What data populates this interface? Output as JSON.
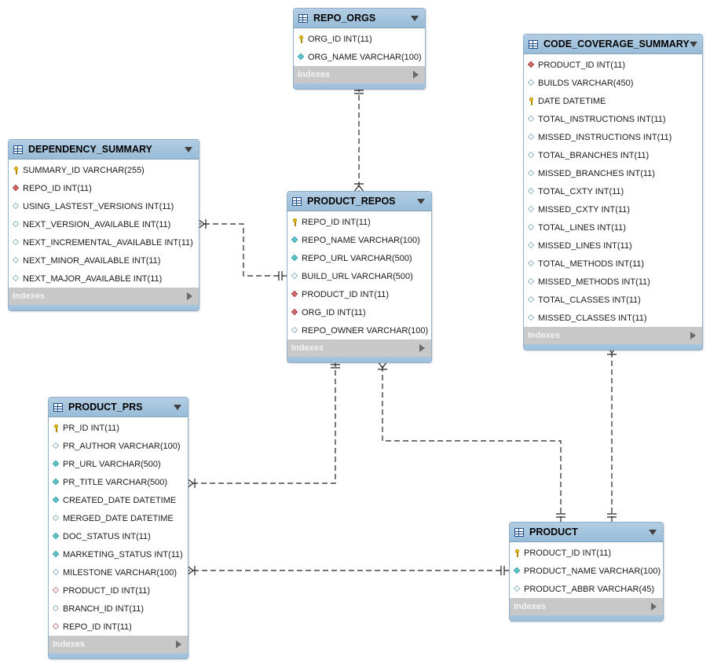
{
  "tables": {
    "repo_orgs": {
      "title": "REPO_ORGS",
      "columns": [
        {
          "icon": "pk-key-icon",
          "text": "ORG_ID INT(11)"
        },
        {
          "icon": "cyan-diamond-icon",
          "text": "ORG_NAME VARCHAR(100)"
        }
      ],
      "indexes_label": "Indexes"
    },
    "code_coverage_summary": {
      "title": "CODE_COVERAGE_SUMMARY",
      "columns": [
        {
          "icon": "fk-red-diamond-icon",
          "text": "PRODUCT_ID INT(11)"
        },
        {
          "icon": "hollow-diamond-icon",
          "text": "BUILDS VARCHAR(450)"
        },
        {
          "icon": "pk-key-icon",
          "text": "DATE DATETIME"
        },
        {
          "icon": "hollow-diamond-icon",
          "text": "TOTAL_INSTRUCTIONS INT(11)"
        },
        {
          "icon": "hollow-diamond-icon",
          "text": "MISSED_INSTRUCTIONS INT(11)"
        },
        {
          "icon": "hollow-diamond-icon",
          "text": "TOTAL_BRANCHES INT(11)"
        },
        {
          "icon": "hollow-diamond-icon",
          "text": "MISSED_BRANCHES INT(11)"
        },
        {
          "icon": "hollow-diamond-icon",
          "text": "TOTAL_CXTY INT(11)"
        },
        {
          "icon": "hollow-diamond-icon",
          "text": "MISSED_CXTY INT(11)"
        },
        {
          "icon": "hollow-diamond-icon",
          "text": "TOTAL_LINES INT(11)"
        },
        {
          "icon": "hollow-diamond-icon",
          "text": "MISSED_LINES INT(11)"
        },
        {
          "icon": "hollow-diamond-icon",
          "text": "TOTAL_METHODS INT(11)"
        },
        {
          "icon": "hollow-diamond-icon",
          "text": "MISSED_METHODS INT(11)"
        },
        {
          "icon": "hollow-diamond-icon",
          "text": "TOTAL_CLASSES INT(11)"
        },
        {
          "icon": "hollow-diamond-icon",
          "text": "MISSED_CLASSES INT(11)"
        }
      ],
      "indexes_label": "Indexes"
    },
    "dependency_summary": {
      "title": "DEPENDENCY_SUMMARY",
      "columns": [
        {
          "icon": "pk-key-icon",
          "text": "SUMMARY_ID VARCHAR(255)"
        },
        {
          "icon": "fk-red-diamond-icon",
          "text": "REPO_ID INT(11)"
        },
        {
          "icon": "hollow-diamond-icon",
          "text": "USING_LASTEST_VERSIONS INT(11)"
        },
        {
          "icon": "hollow-diamond-icon",
          "text": "NEXT_VERSION_AVAILABLE INT(11)"
        },
        {
          "icon": "hollow-diamond-icon",
          "text": "NEXT_INCREMENTAL_AVAILABLE INT(11)"
        },
        {
          "icon": "hollow-diamond-icon",
          "text": "NEXT_MINOR_AVAILABLE INT(11)"
        },
        {
          "icon": "hollow-diamond-icon",
          "text": "NEXT_MAJOR_AVAILABLE INT(11)"
        }
      ],
      "indexes_label": "Indexes"
    },
    "product_repos": {
      "title": "PRODUCT_REPOS",
      "columns": [
        {
          "icon": "pk-key-icon",
          "text": "REPO_ID INT(11)"
        },
        {
          "icon": "cyan-diamond-icon",
          "text": "REPO_NAME VARCHAR(100)"
        },
        {
          "icon": "cyan-diamond-icon",
          "text": "REPO_URL VARCHAR(500)"
        },
        {
          "icon": "hollow-diamond-icon",
          "text": "BUILD_URL VARCHAR(500)"
        },
        {
          "icon": "fk-red-diamond-icon",
          "text": "PRODUCT_ID INT(11)"
        },
        {
          "icon": "fk-red-diamond-icon",
          "text": "ORG_ID INT(11)"
        },
        {
          "icon": "hollow-diamond-icon",
          "text": "REPO_OWNER VARCHAR(100)"
        }
      ],
      "indexes_label": "Indexes"
    },
    "product_prs": {
      "title": "PRODUCT_PRS",
      "columns": [
        {
          "icon": "pk-key-icon",
          "text": "PR_ID INT(11)"
        },
        {
          "icon": "hollow-diamond-icon",
          "text": "PR_AUTHOR VARCHAR(100)"
        },
        {
          "icon": "cyan-diamond-icon",
          "text": "PR_URL VARCHAR(500)"
        },
        {
          "icon": "cyan-diamond-icon",
          "text": "PR_TITLE VARCHAR(500)"
        },
        {
          "icon": "cyan-diamond-icon",
          "text": "CREATED_DATE DATETIME"
        },
        {
          "icon": "hollow-diamond-icon",
          "text": "MERGED_DATE DATETIME"
        },
        {
          "icon": "cyan-diamond-icon",
          "text": "DOC_STATUS INT(11)"
        },
        {
          "icon": "cyan-diamond-icon",
          "text": "MARKETING_STATUS INT(11)"
        },
        {
          "icon": "hollow-diamond-icon",
          "text": "MILESTONE VARCHAR(100)"
        },
        {
          "icon": "hollow-red-diamond-icon",
          "text": "PRODUCT_ID INT(11)"
        },
        {
          "icon": "hollow-diamond-icon",
          "text": "BRANCH_ID INT(11)"
        },
        {
          "icon": "hollow-red-diamond-icon",
          "text": "REPO_ID INT(11)"
        }
      ],
      "indexes_label": "Indexes"
    },
    "product": {
      "title": "PRODUCT",
      "columns": [
        {
          "icon": "pk-key-icon",
          "text": "PRODUCT_ID INT(11)"
        },
        {
          "icon": "cyan-diamond-icon",
          "text": "PRODUCT_NAME VARCHAR(100)"
        },
        {
          "icon": "hollow-diamond-icon",
          "text": "PRODUCT_ABBR VARCHAR(45)"
        }
      ],
      "indexes_label": "Indexes"
    }
  },
  "relationships": [
    {
      "from": "REPO_ORGS",
      "to": "PRODUCT_REPOS",
      "from_end": "one",
      "to_end": "many"
    },
    {
      "from": "PRODUCT_REPOS",
      "to": "DEPENDENCY_SUMMARY",
      "from_end": "one",
      "to_end": "many"
    },
    {
      "from": "PRODUCT_REPOS",
      "to": "PRODUCT_PRS",
      "from_end": "one",
      "to_end": "many"
    },
    {
      "from": "PRODUCT",
      "to": "PRODUCT_REPOS",
      "from_end": "one",
      "to_end": "many"
    },
    {
      "from": "PRODUCT",
      "to": "CODE_COVERAGE_SUMMARY",
      "from_end": "one",
      "to_end": "many"
    },
    {
      "from": "PRODUCT",
      "to": "PRODUCT_PRS",
      "from_end": "one",
      "to_end": "many"
    }
  ],
  "colors": {
    "header": "#a7c6df",
    "indexes_bar": "#c8c8c8",
    "connector": "#000000"
  }
}
